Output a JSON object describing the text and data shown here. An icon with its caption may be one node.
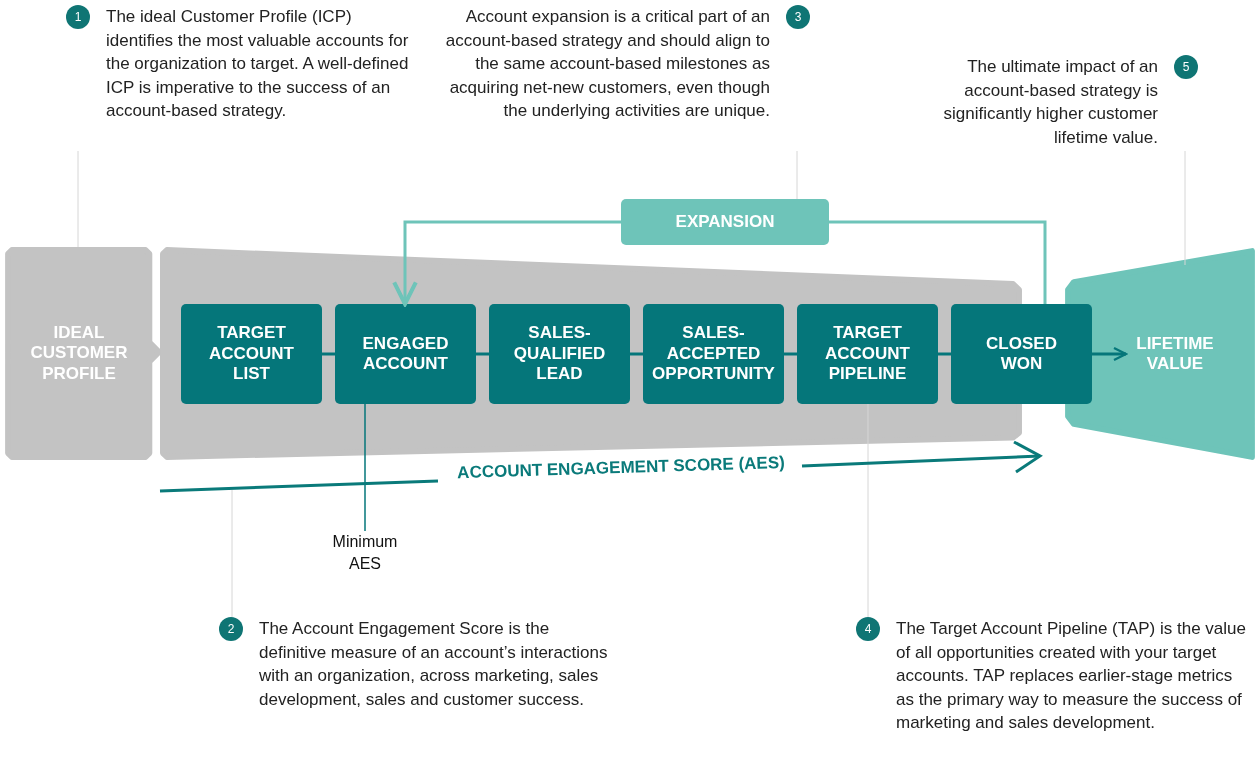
{
  "diagram": {
    "nodes": [
      {
        "text": [
          "1",
          "The ideal Customer Profile (ICP) identifies the most valuable accounts for the organization to target. A well-defined ICP is imperative to the success of an account-based strategy."
        ]
      },
      {
        "text": [
          "Account expansion is a critical part of an account-based strategy and should align to the same account-based milestones as acquiring net-new customers, even though the underlying activities are unique.",
          "3"
        ]
      },
      {
        "text": [
          "The ultimate impact of an account-based strategy is significantly higher customer lifetime value.",
          "5"
        ]
      },
      {
        "text": [
          "EXPANSION"
        ]
      },
      {
        "text": [
          "IDEAL CUSTOMER PROFILE"
        ]
      },
      {
        "text": [],
        "shape": "box"
      },
      {
        "text": [
          "TARGET ACCOUNT LIST"
        ],
        "in": 5
      },
      {
        "text": [
          "ENGAGED ACCOUNT"
        ],
        "in": 5
      },
      {
        "text": [
          "SALES-QUALIFIED LEAD"
        ],
        "in": 5
      },
      {
        "text": [
          "SALES-ACCEPTED OPPORTUNITY"
        ],
        "in": 5
      },
      {
        "text": [
          "TARGET ACCOUNT PIPELINE"
        ],
        "in": 5
      },
      {
        "text": [
          "CLOSED WON"
        ]
      },
      {
        "text": [
          "LIFETIME VALUE"
        ]
      },
      {
        "text": [
          "Minimum AES"
        ]
      },
      {
        "text": [
          "2",
          "The Account Engagement Score is the definitive measure of an account’s interactions with an organization, across marketing, sales development, sales and customer success."
        ]
      },
      {
        "text": [
          "4",
          "The Target Account Pipeline (TAP) is the value of all opportunities created with your target accounts. TAP replaces earlier-stage metrics as the primary way to measure the success of marketing and sales development."
        ]
      }
    ],
    "edges": [
      {
        "from": 6,
        "to": 7,
        "arrow": "none"
      },
      {
        "from": 7,
        "to": 8,
        "arrow": "none"
      },
      {
        "from": 8,
        "to": 9,
        "arrow": "none"
      },
      {
        "from": 9,
        "to": 10,
        "arrow": "none"
      },
      {
        "from": 10,
        "to": 11,
        "arrow": "none"
      },
      {
        "from": 11,
        "to": 12,
        "arrow": "to"
      },
      {
        "from": 11,
        "to": 3,
        "arrow": "none",
        "color": "#6ec4b9"
      },
      {
        "from": 3,
        "to": 7,
        "arrow": "to",
        "color": "#6ec4b9"
      },
      {
        "from": 0,
        "to": 4,
        "arrow": "none",
        "color": "#d6d6d6"
      },
      {
        "from": 1,
        "to": 3,
        "arrow": "none",
        "color": "#d6d6d6"
      },
      {
        "from": 2,
        "to": 12,
        "arrow": "none",
        "color": "#d6d6d6"
      },
      {
        "from": 13,
        "to": 7,
        "arrow": "none"
      },
      {
        "from": 14,
        "to": null,
        "arrow": "none",
        "color": "#d6d6d6"
      },
      {
        "from": 15,
        "to": 10,
        "arrow": "none",
        "color": "#d6d6d6"
      }
    ],
    "labels": [
      "ACCOUNT ENGAGEMENT SCORE (AES)"
    ]
  }
}
